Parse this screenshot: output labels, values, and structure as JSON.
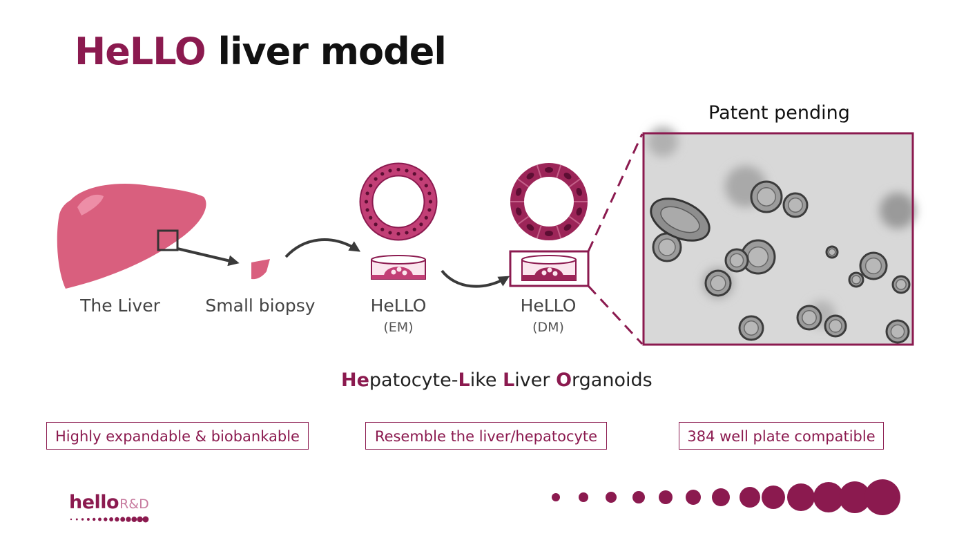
{
  "title": {
    "highlight": "HeLLO",
    "rest": "liver model"
  },
  "diagram": {
    "liver_label": "The Liver",
    "biopsy_label": "Small biopsy",
    "em_label": "HeLLO",
    "em_sub": "(EM)",
    "dm_label": "HeLLO",
    "dm_sub": "(DM)",
    "patent": "Patent pending"
  },
  "tagline": {
    "p1": "He",
    "p2": "patocyte-",
    "p3": "L",
    "p4": "ike ",
    "p5": "L",
    "p6": "iver ",
    "p7": "O",
    "p8": "rganoids"
  },
  "features": [
    "Highly expandable & biobankable",
    "Resemble the liver/hepatocyte",
    "384 well plate compatible"
  ],
  "logo": {
    "name": "hello",
    "suffix": "R&D"
  },
  "colors": {
    "accent": "#8b1a4f",
    "liver": "#d95f7e",
    "em": "#c23f76",
    "dm": "#9c2558"
  }
}
